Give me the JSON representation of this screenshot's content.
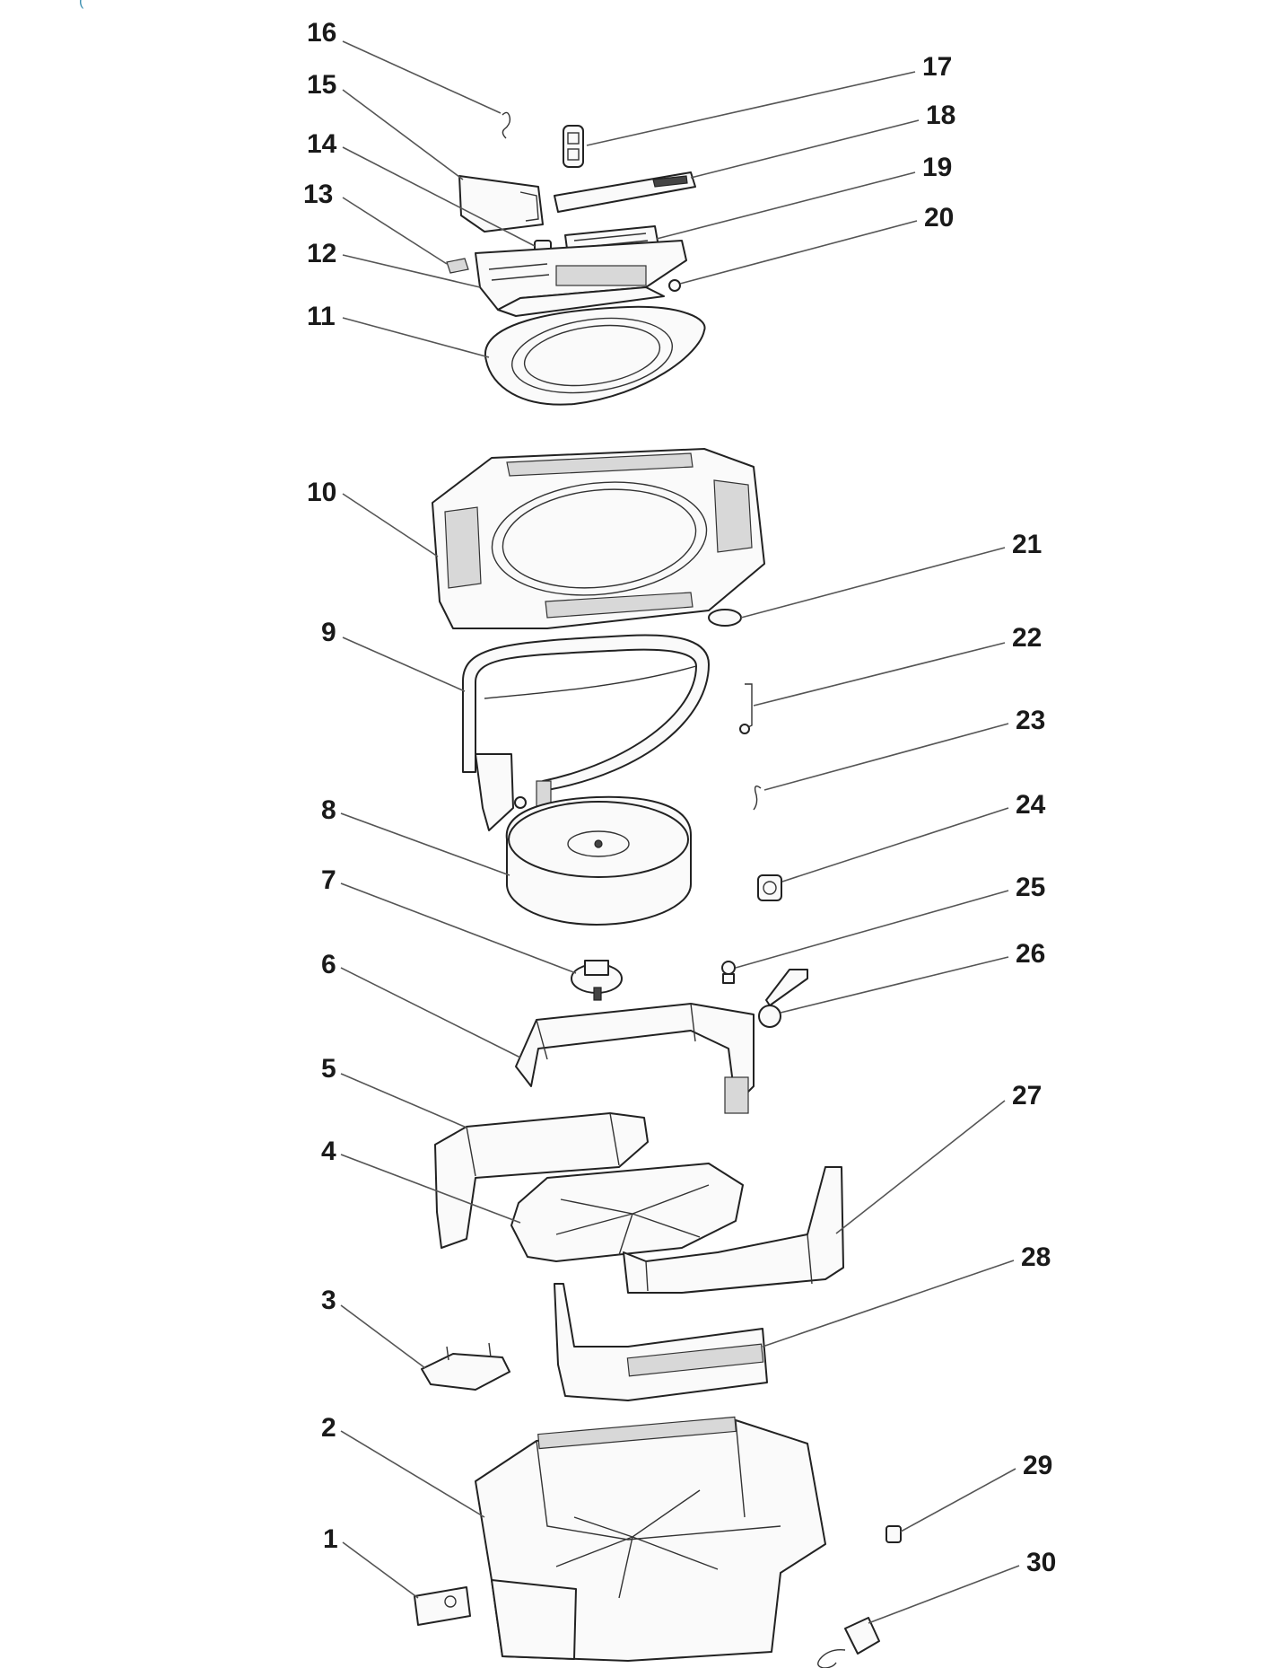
{
  "corner_mark": "(",
  "callouts": [
    {
      "id": 1,
      "label": "1"
    },
    {
      "id": 2,
      "label": "2"
    },
    {
      "id": 3,
      "label": "3"
    },
    {
      "id": 4,
      "label": "4"
    },
    {
      "id": 5,
      "label": "5"
    },
    {
      "id": 6,
      "label": "6"
    },
    {
      "id": 7,
      "label": "7"
    },
    {
      "id": 8,
      "label": "8"
    },
    {
      "id": 9,
      "label": "9"
    },
    {
      "id": 10,
      "label": "10"
    },
    {
      "id": 11,
      "label": "11"
    },
    {
      "id": 12,
      "label": "12"
    },
    {
      "id": 13,
      "label": "13"
    },
    {
      "id": 14,
      "label": "14"
    },
    {
      "id": 15,
      "label": "15"
    },
    {
      "id": 16,
      "label": "16"
    },
    {
      "id": 17,
      "label": "17"
    },
    {
      "id": 18,
      "label": "18"
    },
    {
      "id": 19,
      "label": "19"
    },
    {
      "id": 20,
      "label": "20"
    },
    {
      "id": 21,
      "label": "21"
    },
    {
      "id": 22,
      "label": "22"
    },
    {
      "id": 23,
      "label": "23"
    },
    {
      "id": 24,
      "label": "24"
    },
    {
      "id": 25,
      "label": "25"
    },
    {
      "id": 26,
      "label": "26"
    },
    {
      "id": 27,
      "label": "27"
    },
    {
      "id": 28,
      "label": "28"
    },
    {
      "id": 29,
      "label": "29"
    },
    {
      "id": 30,
      "label": "30"
    }
  ]
}
